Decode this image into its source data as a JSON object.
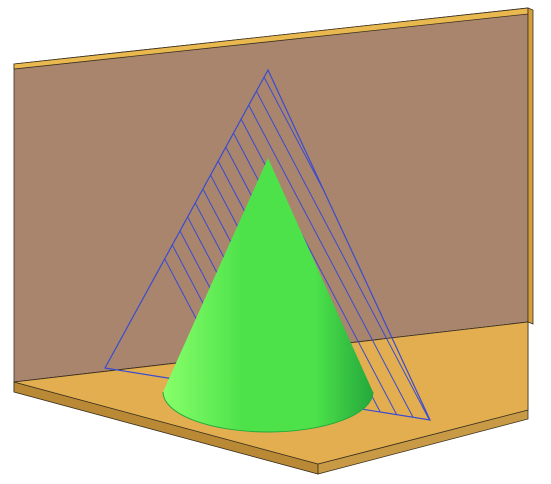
{
  "scene": {
    "background": "#ffffff",
    "colors": {
      "wall_face": "#a9856d",
      "wall_edge_top": "#e9b94f",
      "wall_edge_side": "#d59d3c",
      "floor_face": "#e2ae4f",
      "floor_edge_front": "#b98935",
      "floor_edge_right": "#c89a45",
      "outline": "#3a3020",
      "projection_hatch": "#3a4bd0",
      "cone_light": "#88ff6a",
      "cone_mid": "#4de24a",
      "cone_dark": "#24a83c",
      "cone_base": "#49d842"
    },
    "objects": [
      {
        "name": "vertical-plane",
        "kind": "wall"
      },
      {
        "name": "horizontal-plane",
        "kind": "floor"
      },
      {
        "name": "triangular-projection",
        "kind": "hatched-region"
      },
      {
        "name": "cone",
        "kind": "solid"
      }
    ]
  }
}
